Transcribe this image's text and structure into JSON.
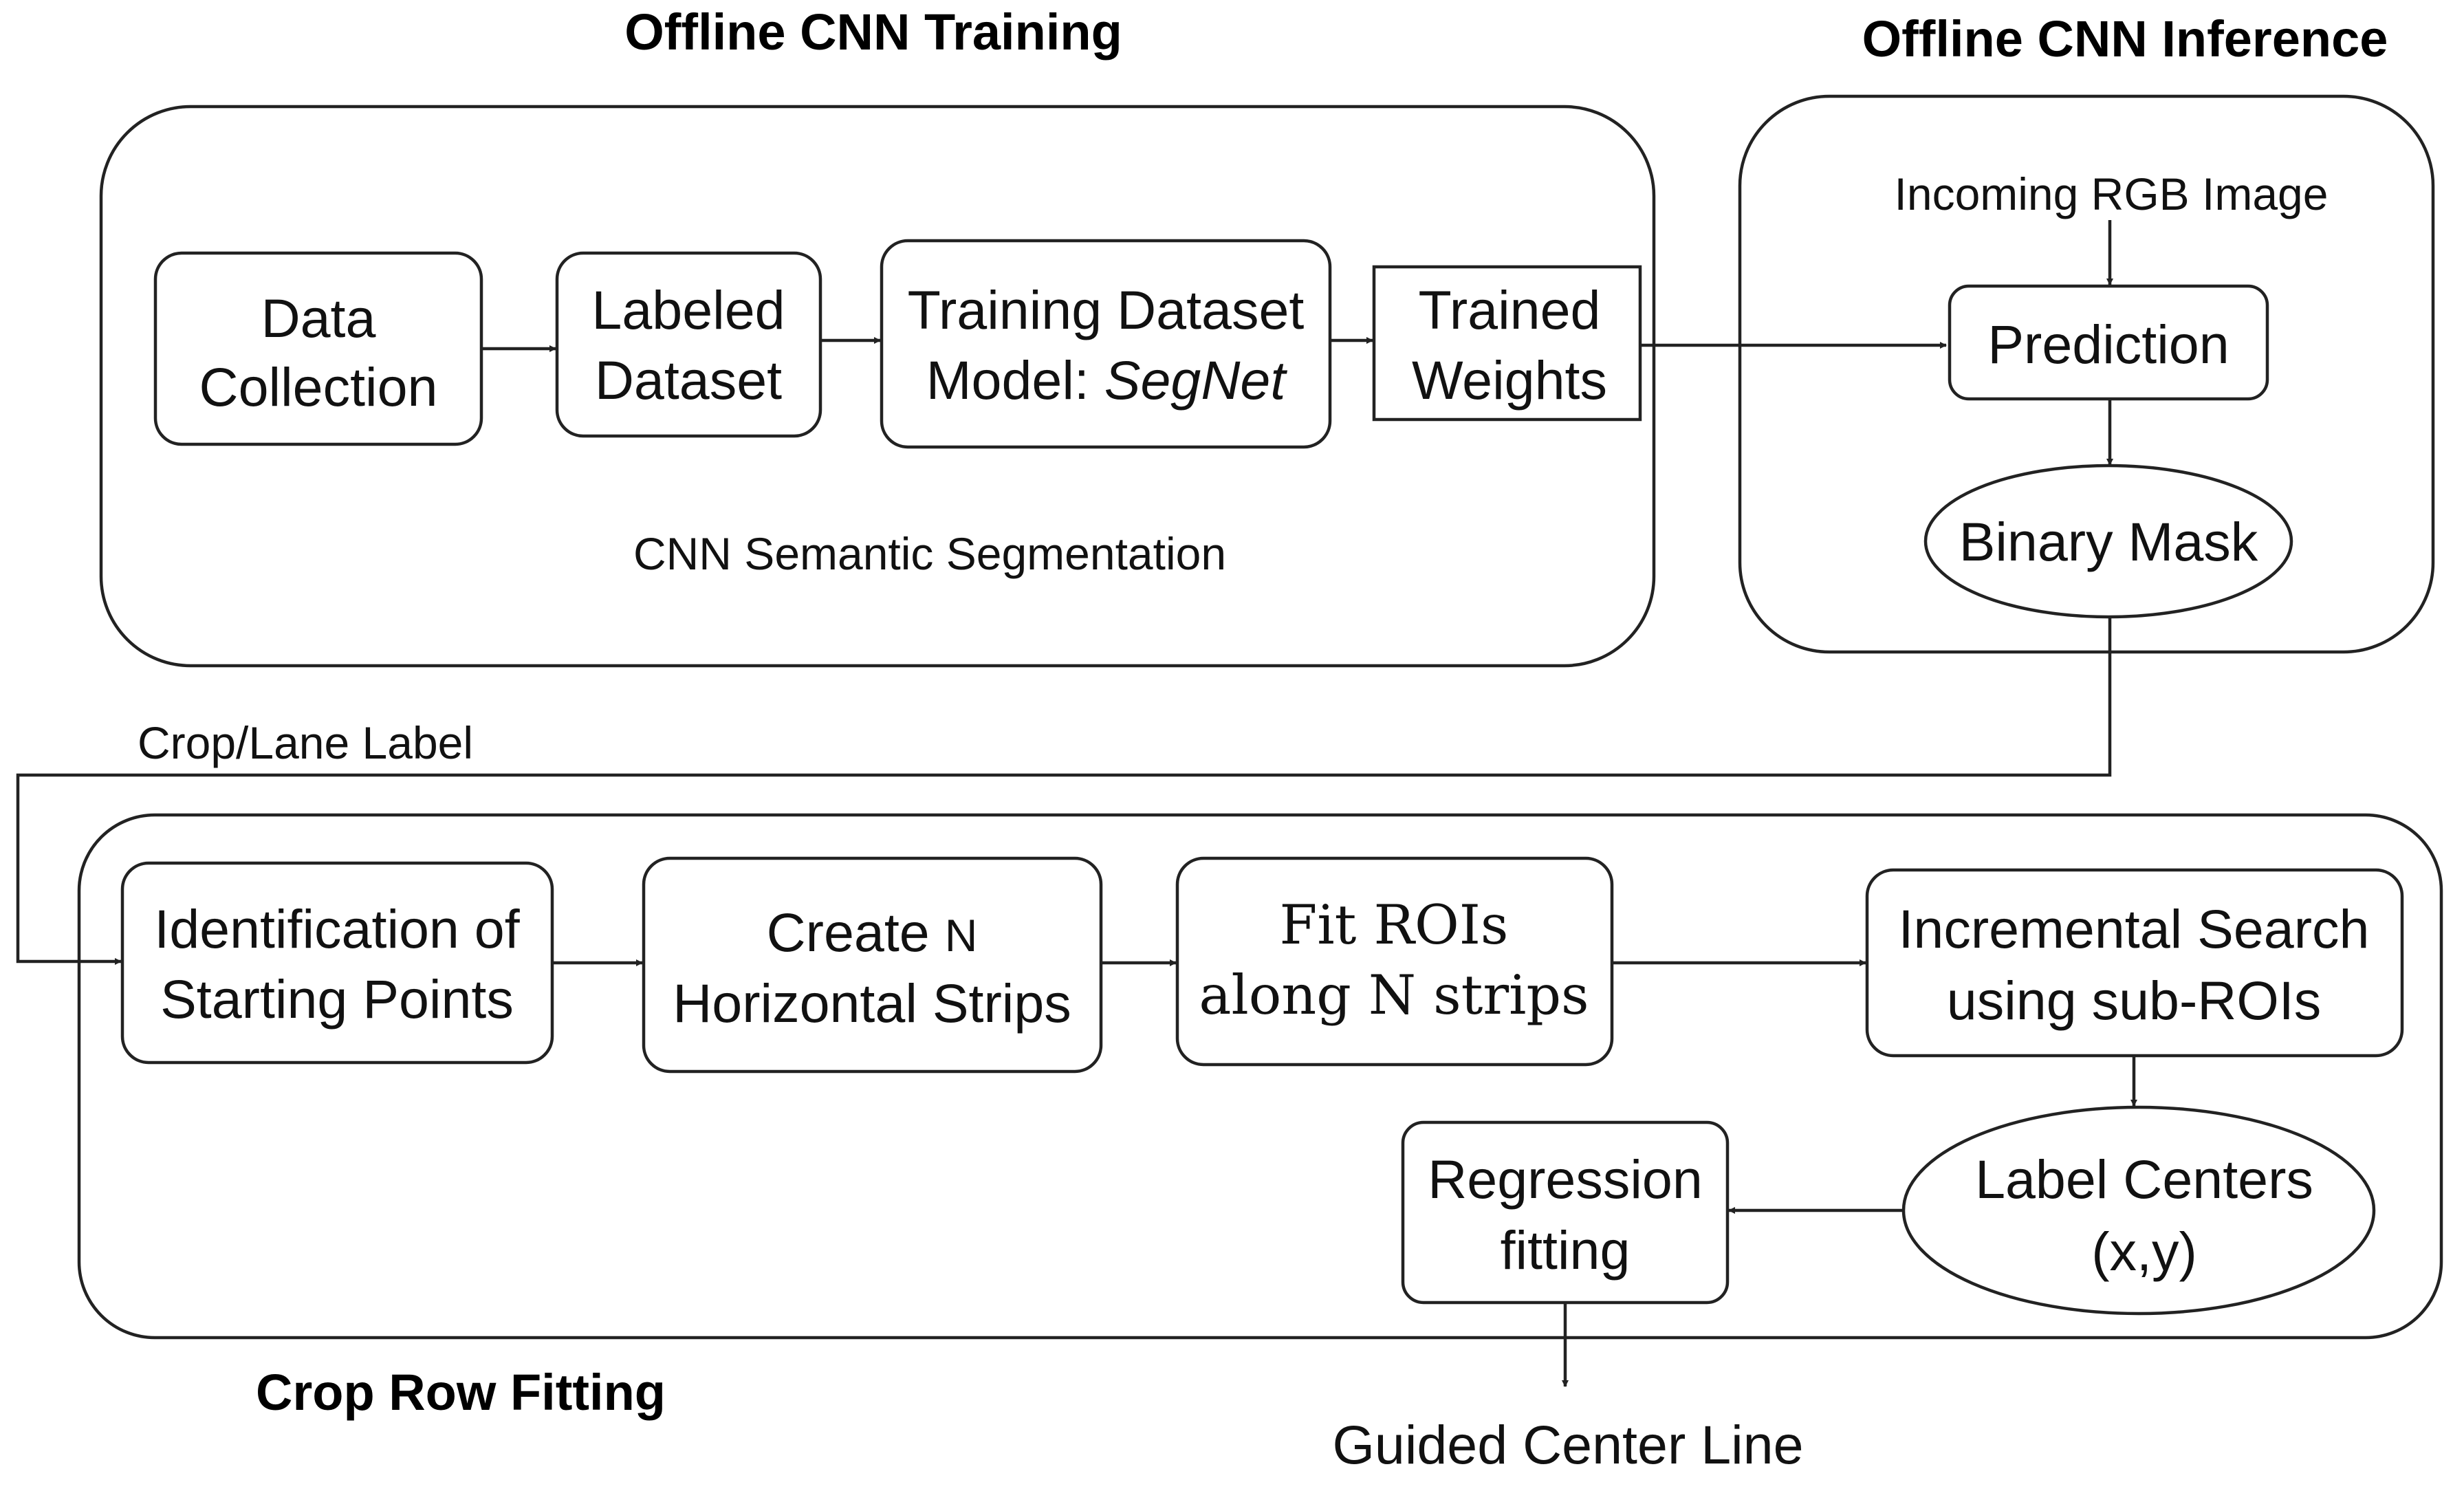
{
  "sections": {
    "training": "Offline CNN Training",
    "inference": "Offline CNN Inference",
    "fitting": "Crop Row Fitting"
  },
  "training": {
    "data_collection": [
      "Data",
      "Collection"
    ],
    "labeled_dataset": [
      "Labeled",
      "Dataset"
    ],
    "training_dataset": {
      "line1": "Training Dataset",
      "line2_prefix": "Model: ",
      "line2_model": "SegNet"
    },
    "trained_weights": [
      "Trained",
      "Weights"
    ],
    "caption": "CNN Semantic Segmentation"
  },
  "inference": {
    "input": "Incoming RGB Image",
    "prediction": "Prediction",
    "binary_mask": "Binary Mask"
  },
  "connector_label": "Crop/Lane Label",
  "fitting": {
    "starting_points": [
      "Identification of",
      "Starting Points"
    ],
    "strips": {
      "line1": "Create ",
      "line1_n": "N",
      "line2": "Horizontal Strips"
    },
    "rois": [
      "Fit ROIs",
      "along N strips"
    ],
    "incremental": [
      "Incremental Search",
      "using sub-ROIs"
    ],
    "centers": [
      "Label Centers",
      "(x,y)"
    ],
    "regression": [
      "Regression",
      "fitting"
    ]
  },
  "output": "Guided Center Line"
}
